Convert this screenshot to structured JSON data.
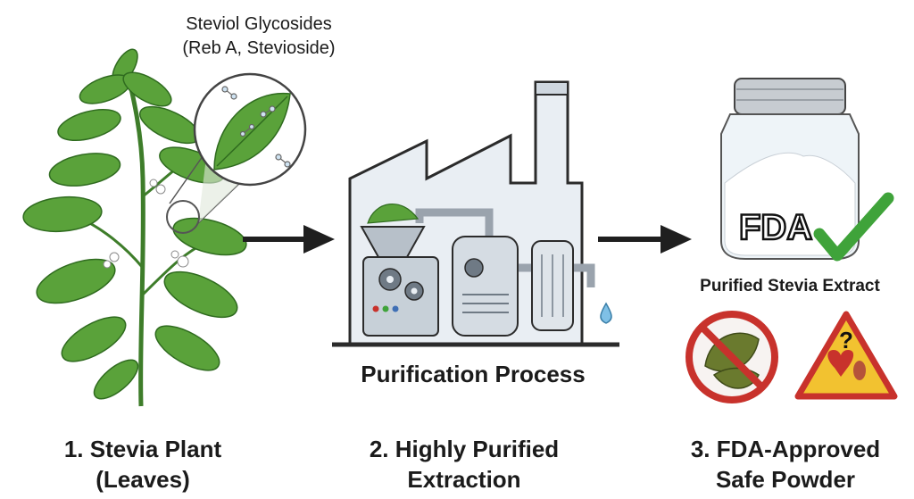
{
  "zoom_callout": {
    "title_line1": "Steviol Glycosides",
    "title_line2": "(Reb A, Stevioside)"
  },
  "factory": {
    "caption": "Purification Process"
  },
  "jar": {
    "fda_logo_text": "FDA",
    "caption": "Purified Stevia Extract"
  },
  "steps": [
    {
      "line1": "1. Stevia Plant",
      "line2": "(Leaves)"
    },
    {
      "line1": "2. Highly Purified",
      "line2": "Extraction"
    },
    {
      "line1": "3. FDA-Approved",
      "line2": "Safe Powder"
    }
  ],
  "warning_sign": {
    "symbol": "?"
  },
  "colors": {
    "leaf": "#5aa23a",
    "leaf_dark": "#2f6b1f",
    "arrow": "#1f1f1f",
    "prohibition": "#c8322c",
    "warning": "#f2c230",
    "check": "#3fa33a"
  }
}
